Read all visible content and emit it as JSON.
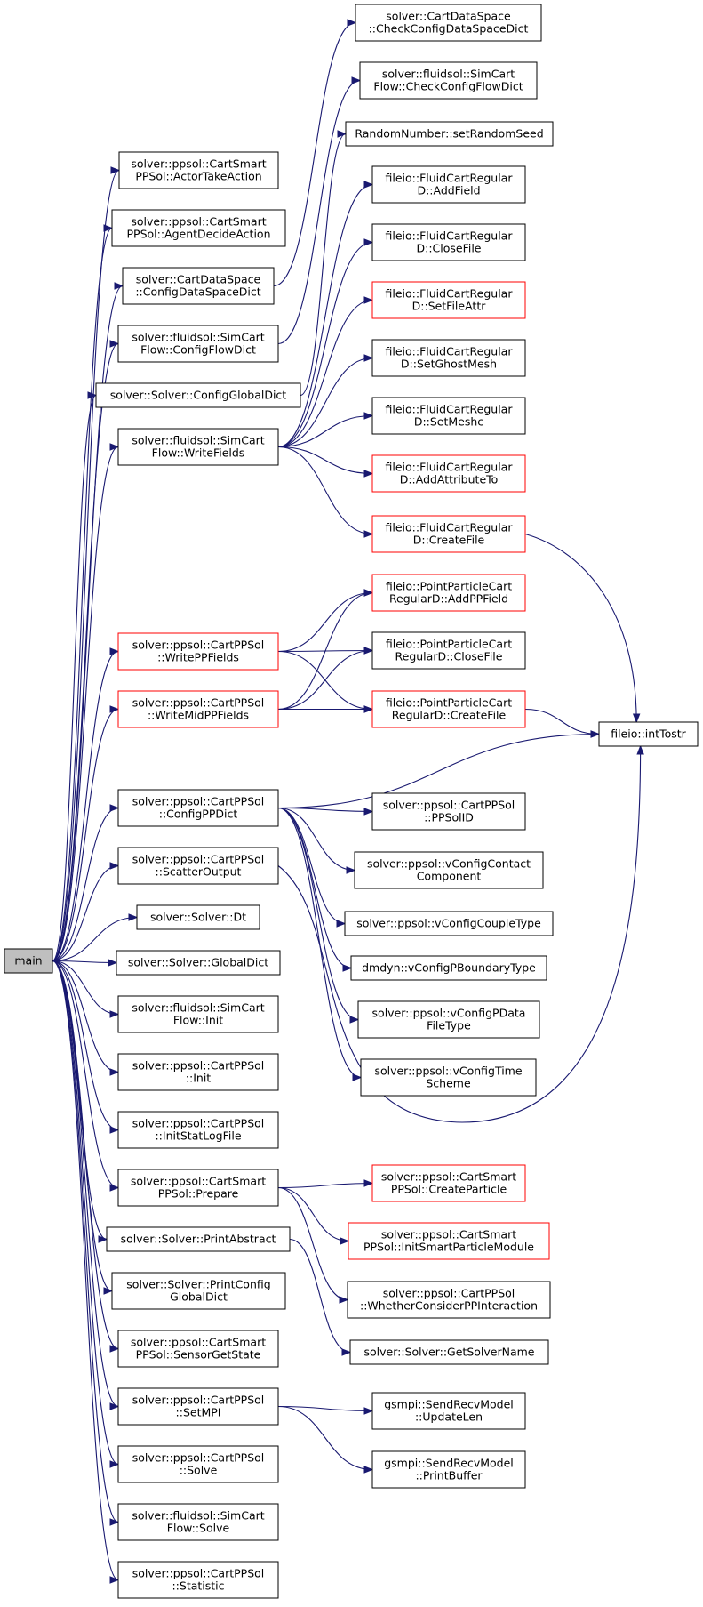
{
  "graph": {
    "root": "main",
    "nodes": [
      {
        "id": "main",
        "lines": [
          "main"
        ],
        "style": "root"
      },
      {
        "id": "n_actortake",
        "lines": [
          "solver::ppsol::CartSmart",
          "PPSol::ActorTakeAction"
        ],
        "style": "normal"
      },
      {
        "id": "n_agentdecide",
        "lines": [
          "solver::ppsol::CartSmart",
          "PPSol::AgentDecideAction"
        ],
        "style": "normal"
      },
      {
        "id": "n_configds",
        "lines": [
          "solver::CartDataSpace",
          "::ConfigDataSpaceDict"
        ],
        "style": "normal"
      },
      {
        "id": "n_configflow",
        "lines": [
          "solver::fluidsol::SimCart",
          "Flow::ConfigFlowDict"
        ],
        "style": "normal"
      },
      {
        "id": "n_configglobal",
        "lines": [
          "solver::Solver::ConfigGlobalDict"
        ],
        "style": "normal"
      },
      {
        "id": "n_writefields",
        "lines": [
          "solver::fluidsol::SimCart",
          "Flow::WriteFields"
        ],
        "style": "normal"
      },
      {
        "id": "n_writepp",
        "lines": [
          "solver::ppsol::CartPPSol",
          "::WritePPFields"
        ],
        "style": "red"
      },
      {
        "id": "n_writemidpp",
        "lines": [
          "solver::ppsol::CartPPSol",
          "::WriteMidPPFields"
        ],
        "style": "red"
      },
      {
        "id": "n_configpp",
        "lines": [
          "solver::ppsol::CartPPSol",
          "::ConfigPPDict"
        ],
        "style": "normal"
      },
      {
        "id": "n_scatter",
        "lines": [
          "solver::ppsol::CartPPSol",
          "::ScatterOutput"
        ],
        "style": "normal"
      },
      {
        "id": "n_dt",
        "lines": [
          "solver::Solver::Dt"
        ],
        "style": "normal"
      },
      {
        "id": "n_globaldict",
        "lines": [
          "solver::Solver::GlobalDict"
        ],
        "style": "normal"
      },
      {
        "id": "n_flowinit",
        "lines": [
          "solver::fluidsol::SimCart",
          "Flow::Init"
        ],
        "style": "normal"
      },
      {
        "id": "n_ppinit",
        "lines": [
          "solver::ppsol::CartPPSol",
          "::Init"
        ],
        "style": "normal"
      },
      {
        "id": "n_initstat",
        "lines": [
          "solver::ppsol::CartPPSol",
          "::InitStatLogFile"
        ],
        "style": "normal"
      },
      {
        "id": "n_prepare",
        "lines": [
          "solver::ppsol::CartSmart",
          "PPSol::Prepare"
        ],
        "style": "normal"
      },
      {
        "id": "n_printabs",
        "lines": [
          "solver::Solver::PrintAbstract"
        ],
        "style": "normal"
      },
      {
        "id": "n_printcfg",
        "lines": [
          "solver::Solver::PrintConfig",
          "GlobalDict"
        ],
        "style": "normal"
      },
      {
        "id": "n_sensor",
        "lines": [
          "solver::ppsol::CartSmart",
          "PPSol::SensorGetState"
        ],
        "style": "normal"
      },
      {
        "id": "n_setmpi",
        "lines": [
          "solver::ppsol::CartPPSol",
          "::SetMPI"
        ],
        "style": "normal"
      },
      {
        "id": "n_ppsolve",
        "lines": [
          "solver::ppsol::CartPPSol",
          "::Solve"
        ],
        "style": "normal"
      },
      {
        "id": "n_flowsolve",
        "lines": [
          "solver::fluidsol::SimCart",
          "Flow::Solve"
        ],
        "style": "normal"
      },
      {
        "id": "n_statistic",
        "lines": [
          "solver::ppsol::CartPPSol",
          "::Statistic"
        ],
        "style": "normal"
      },
      {
        "id": "n_checkds",
        "lines": [
          "solver::CartDataSpace",
          "::CheckConfigDataSpaceDict"
        ],
        "style": "normal"
      },
      {
        "id": "n_checkflow",
        "lines": [
          "solver::fluidsol::SimCart",
          "Flow::CheckConfigFlowDict"
        ],
        "style": "normal"
      },
      {
        "id": "n_randseed",
        "lines": [
          "RandomNumber::setRandomSeed"
        ],
        "style": "normal"
      },
      {
        "id": "n_addfield",
        "lines": [
          "fileio::FluidCartRegular",
          "D::AddField"
        ],
        "style": "normal"
      },
      {
        "id": "n_closefile",
        "lines": [
          "fileio::FluidCartRegular",
          "D::CloseFile"
        ],
        "style": "normal"
      },
      {
        "id": "n_setfileattr",
        "lines": [
          "fileio::FluidCartRegular",
          "D::SetFileAttr"
        ],
        "style": "red"
      },
      {
        "id": "n_setghost",
        "lines": [
          "fileio::FluidCartRegular",
          "D::SetGhostMesh"
        ],
        "style": "normal"
      },
      {
        "id": "n_setmeshc",
        "lines": [
          "fileio::FluidCartRegular",
          "D::SetMeshc"
        ],
        "style": "normal"
      },
      {
        "id": "n_addattr",
        "lines": [
          "fileio::FluidCartRegular",
          "D::AddAttributeTo"
        ],
        "style": "red"
      },
      {
        "id": "n_createfile",
        "lines": [
          "fileio::FluidCartRegular",
          "D::CreateFile"
        ],
        "style": "red"
      },
      {
        "id": "n_ppaddfield",
        "lines": [
          "fileio::PointParticleCart",
          "RegularD::AddPPField"
        ],
        "style": "red"
      },
      {
        "id": "n_ppclosefile",
        "lines": [
          "fileio::PointParticleCart",
          "RegularD::CloseFile"
        ],
        "style": "normal"
      },
      {
        "id": "n_ppcreatefile",
        "lines": [
          "fileio::PointParticleCart",
          "RegularD::CreateFile"
        ],
        "style": "red"
      },
      {
        "id": "n_inttostr",
        "lines": [
          "fileio::intTostr"
        ],
        "style": "normal"
      },
      {
        "id": "n_ppsolid",
        "lines": [
          "solver::ppsol::CartPPSol",
          "::PPSolID"
        ],
        "style": "normal"
      },
      {
        "id": "n_vcontact",
        "lines": [
          "solver::ppsol::vConfigContact",
          "Component"
        ],
        "style": "normal"
      },
      {
        "id": "n_vcouple",
        "lines": [
          "solver::ppsol::vConfigCoupleType"
        ],
        "style": "normal"
      },
      {
        "id": "n_vboundary",
        "lines": [
          "dmdyn::vConfigPBoundaryType"
        ],
        "style": "normal"
      },
      {
        "id": "n_vpdata",
        "lines": [
          "solver::ppsol::vConfigPData",
          "FileType"
        ],
        "style": "normal"
      },
      {
        "id": "n_vtime",
        "lines": [
          "solver::ppsol::vConfigTime",
          "Scheme"
        ],
        "style": "normal"
      },
      {
        "id": "n_createparticle",
        "lines": [
          "solver::ppsol::CartSmart",
          "PPSol::CreateParticle"
        ],
        "style": "red"
      },
      {
        "id": "n_initsmart",
        "lines": [
          "solver::ppsol::CartSmart",
          "PPSol::InitSmartParticleModule"
        ],
        "style": "red"
      },
      {
        "id": "n_whether",
        "lines": [
          "solver::ppsol::CartPPSol",
          "::WhetherConsiderPPInteraction"
        ],
        "style": "normal"
      },
      {
        "id": "n_getsolvername",
        "lines": [
          "solver::Solver::GetSolverName"
        ],
        "style": "normal"
      },
      {
        "id": "n_updatelen",
        "lines": [
          "gsmpi::SendRecvModel",
          "::UpdateLen"
        ],
        "style": "normal"
      },
      {
        "id": "n_printbuffer",
        "lines": [
          "gsmpi::SendRecvModel",
          "::PrintBuffer"
        ],
        "style": "normal"
      }
    ],
    "edges": [
      [
        "main",
        "n_actortake"
      ],
      [
        "main",
        "n_agentdecide"
      ],
      [
        "main",
        "n_configds"
      ],
      [
        "main",
        "n_configflow"
      ],
      [
        "main",
        "n_configglobal"
      ],
      [
        "main",
        "n_writefields"
      ],
      [
        "main",
        "n_writepp"
      ],
      [
        "main",
        "n_writemidpp"
      ],
      [
        "main",
        "n_configpp"
      ],
      [
        "main",
        "n_scatter"
      ],
      [
        "main",
        "n_dt"
      ],
      [
        "main",
        "n_globaldict"
      ],
      [
        "main",
        "n_flowinit"
      ],
      [
        "main",
        "n_ppinit"
      ],
      [
        "main",
        "n_initstat"
      ],
      [
        "main",
        "n_prepare"
      ],
      [
        "main",
        "n_printabs"
      ],
      [
        "main",
        "n_printcfg"
      ],
      [
        "main",
        "n_sensor"
      ],
      [
        "main",
        "n_setmpi"
      ],
      [
        "main",
        "n_ppsolve"
      ],
      [
        "main",
        "n_flowsolve"
      ],
      [
        "main",
        "n_statistic"
      ],
      [
        "n_configds",
        "n_checkds"
      ],
      [
        "n_configflow",
        "n_checkflow"
      ],
      [
        "n_configglobal",
        "n_randseed"
      ],
      [
        "n_writefields",
        "n_addfield"
      ],
      [
        "n_writefields",
        "n_closefile"
      ],
      [
        "n_writefields",
        "n_setfileattr"
      ],
      [
        "n_writefields",
        "n_setghost"
      ],
      [
        "n_writefields",
        "n_setmeshc"
      ],
      [
        "n_writefields",
        "n_addattr"
      ],
      [
        "n_writefields",
        "n_createfile"
      ],
      [
        "n_createfile",
        "n_inttostr"
      ],
      [
        "n_writepp",
        "n_ppaddfield"
      ],
      [
        "n_writepp",
        "n_ppclosefile"
      ],
      [
        "n_writepp",
        "n_ppcreatefile"
      ],
      [
        "n_writemidpp",
        "n_ppaddfield"
      ],
      [
        "n_writemidpp",
        "n_ppclosefile"
      ],
      [
        "n_writemidpp",
        "n_ppcreatefile"
      ],
      [
        "n_ppcreatefile",
        "n_inttostr"
      ],
      [
        "n_configpp",
        "n_inttostr"
      ],
      [
        "n_configpp",
        "n_ppsolid"
      ],
      [
        "n_configpp",
        "n_vcontact"
      ],
      [
        "n_configpp",
        "n_vcouple"
      ],
      [
        "n_configpp",
        "n_vboundary"
      ],
      [
        "n_configpp",
        "n_vpdata"
      ],
      [
        "n_configpp",
        "n_vtime"
      ],
      [
        "n_scatter",
        "n_inttostr"
      ],
      [
        "n_prepare",
        "n_createparticle"
      ],
      [
        "n_prepare",
        "n_initsmart"
      ],
      [
        "n_prepare",
        "n_whether"
      ],
      [
        "n_printabs",
        "n_getsolvername"
      ],
      [
        "n_setmpi",
        "n_updatelen"
      ],
      [
        "n_setmpi",
        "n_printbuffer"
      ]
    ]
  }
}
